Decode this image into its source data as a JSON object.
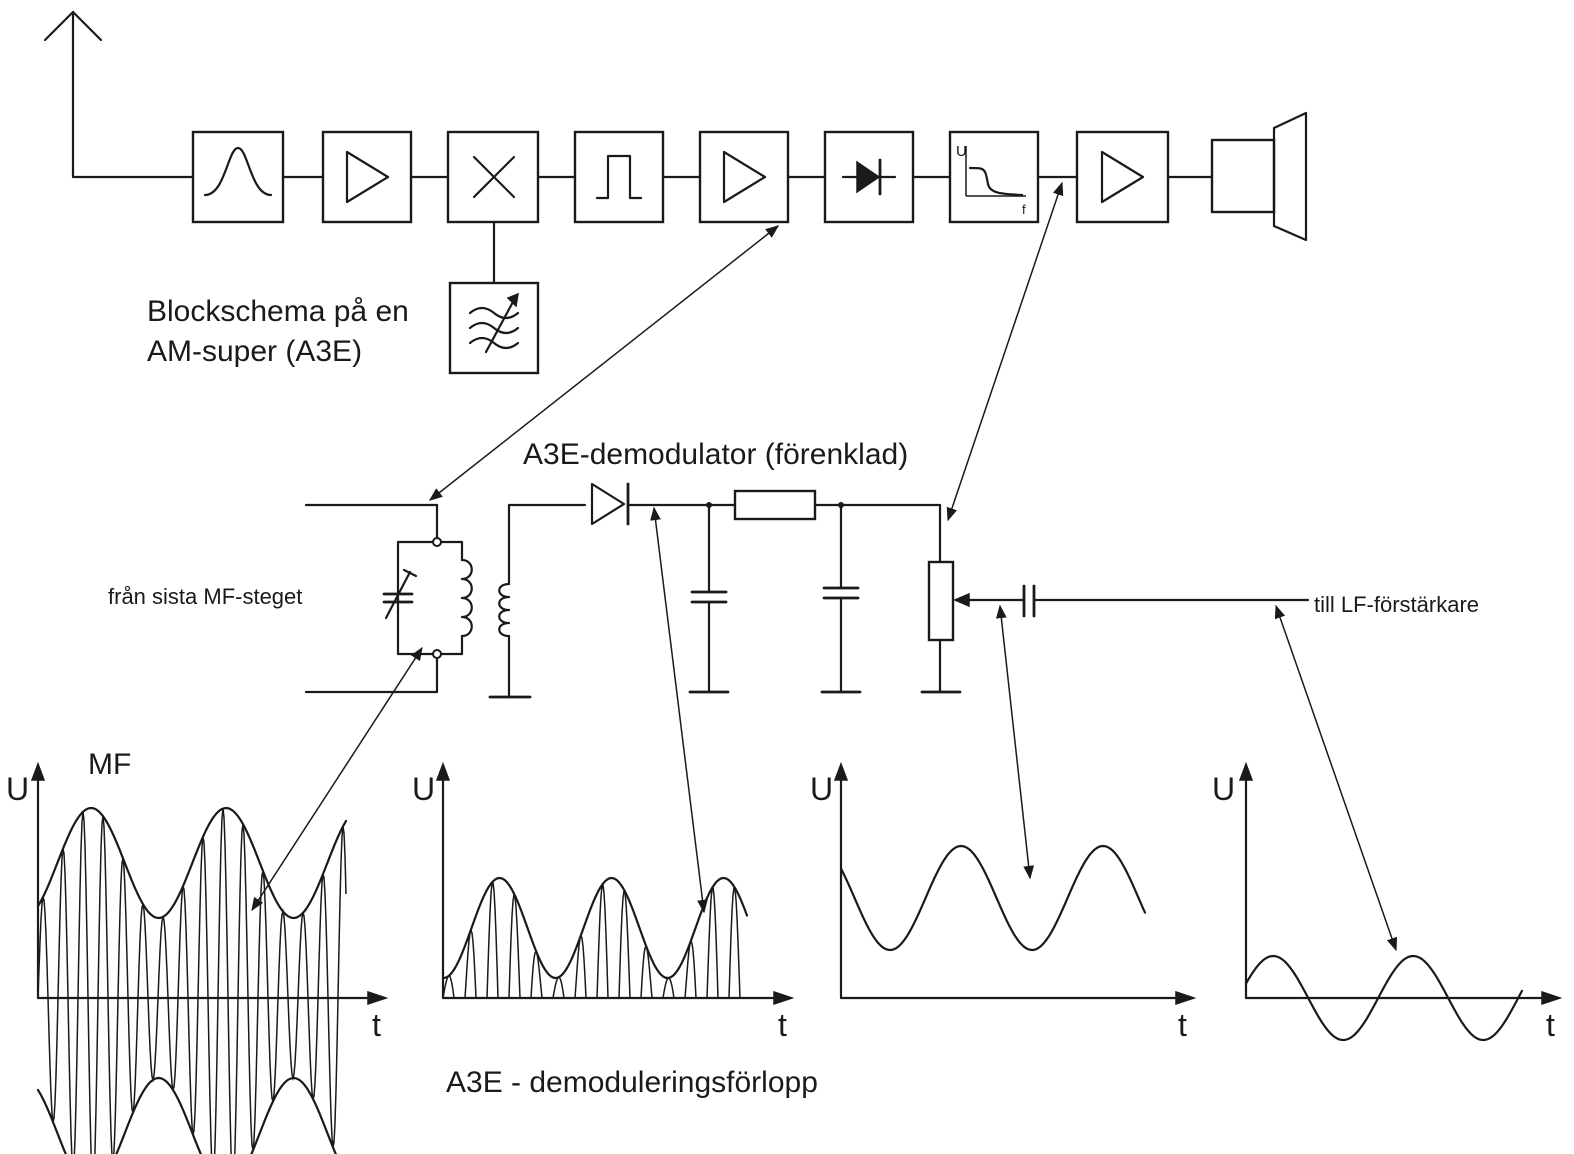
{
  "labels": {
    "block_caption_line1": "Blockschema på en",
    "block_caption_line2": "AM-super (A3E)",
    "demod_title": "A3E-demodulator (förenklad)",
    "from_if": "från sista MF-steget",
    "to_lf": "till LF-förstärkare",
    "mf": "MF",
    "process_caption": "A3E - demoduleringsförlopp"
  },
  "graphs": [
    {
      "id": "mf-signal",
      "y_axis": "U",
      "x_axis": "t"
    },
    {
      "id": "rectified-signal",
      "y_axis": "U",
      "x_axis": "t"
    },
    {
      "id": "filtered-signal",
      "y_axis": "U",
      "x_axis": "t"
    },
    {
      "id": "af-signal",
      "y_axis": "U",
      "x_axis": "t"
    }
  ],
  "blocks": [
    {
      "id": "rf-filter",
      "icon": "bandpass-icon"
    },
    {
      "id": "rf-amplifier",
      "icon": "amplifier-icon"
    },
    {
      "id": "mixer",
      "icon": "mixer-icon"
    },
    {
      "id": "if-filter",
      "icon": "pulse-filter-icon"
    },
    {
      "id": "if-amplifier",
      "icon": "amplifier-icon"
    },
    {
      "id": "detector",
      "icon": "diode-icon"
    },
    {
      "id": "lowpass-filter",
      "icon": "lowpass-icon"
    },
    {
      "id": "af-amplifier",
      "icon": "amplifier-icon"
    },
    {
      "id": "loudspeaker",
      "icon": "speaker-icon"
    },
    {
      "id": "local-oscillator",
      "icon": "oscillator-icon"
    }
  ]
}
